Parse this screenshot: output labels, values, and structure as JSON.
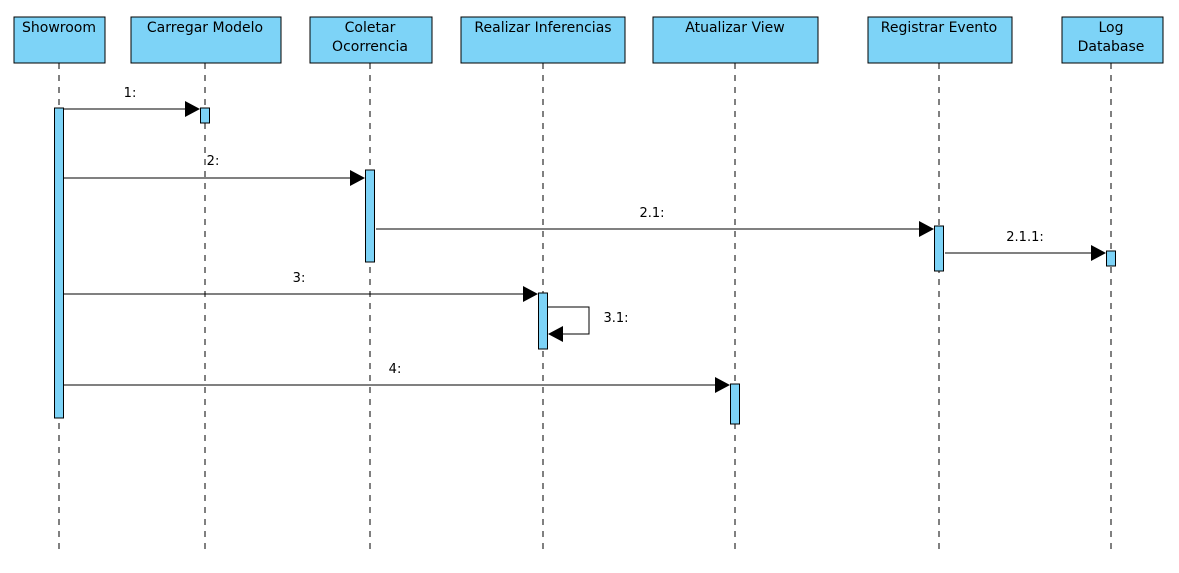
{
  "lifelines": [
    {
      "id": "showroom",
      "name": "Showroom"
    },
    {
      "id": "carregar",
      "name": "Carregar Modelo"
    },
    {
      "id": "coletar",
      "name": "Coletar\nOcorrencia"
    },
    {
      "id": "realizar",
      "name": "Realizar Inferencias"
    },
    {
      "id": "atualizar",
      "name": "Atualizar View"
    },
    {
      "id": "registrar",
      "name": "Registrar Evento"
    },
    {
      "id": "log",
      "name": "Log\nDatabase"
    }
  ],
  "messages": [
    {
      "label": "1:",
      "from": "showroom",
      "to": "carregar"
    },
    {
      "label": "2:",
      "from": "showroom",
      "to": "coletar"
    },
    {
      "label": "2.1:",
      "from": "coletar",
      "to": "registrar"
    },
    {
      "label": "2.1.1:",
      "from": "registrar",
      "to": "log"
    },
    {
      "label": "3:",
      "from": "showroom",
      "to": "realizar"
    },
    {
      "label": "3.1:",
      "from": "realizar",
      "to": "realizar"
    },
    {
      "label": "4:",
      "from": "showroom",
      "to": "atualizar"
    }
  ],
  "colors": {
    "box_fill": "#7dd3f7",
    "stroke": "#000000"
  }
}
